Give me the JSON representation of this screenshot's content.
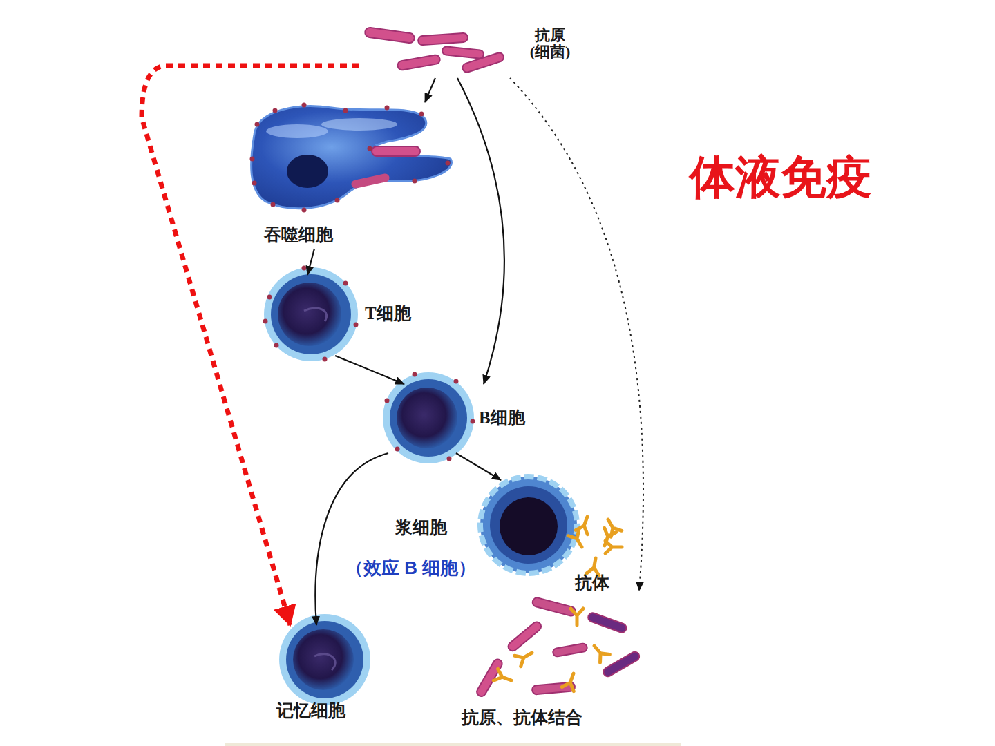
{
  "diagram": {
    "title": "体液免疫",
    "nodes": [
      {
        "text": [
          "抗原 (细菌)"
        ]
      },
      {
        "text": [
          "吞噬细胞"
        ]
      },
      {
        "text": [
          "T细胞"
        ]
      },
      {
        "text": [
          "B细胞"
        ]
      },
      {
        "text": [
          "浆细胞",
          "（效应 B 细胞）"
        ]
      },
      {
        "text": [
          "记忆细胞"
        ]
      },
      {
        "text": [
          "抗原、抗体结合"
        ]
      }
    ],
    "edges": [
      {
        "from": 0,
        "to": 1,
        "arrow": "to"
      },
      {
        "from": 0,
        "to": 3,
        "arrow": "to"
      },
      {
        "from": 0,
        "to": 6,
        "arrow": "to"
      },
      {
        "from": 1,
        "to": 2,
        "arrow": "to"
      },
      {
        "from": 2,
        "to": 3,
        "arrow": "to"
      },
      {
        "from": 3,
        "to": 4,
        "arrow": "to"
      },
      {
        "from": 3,
        "to": 5,
        "arrow": "to"
      },
      {
        "from": 0,
        "to": 5,
        "arrow": "to"
      }
    ],
    "labels": [
      "抗体"
    ]
  }
}
